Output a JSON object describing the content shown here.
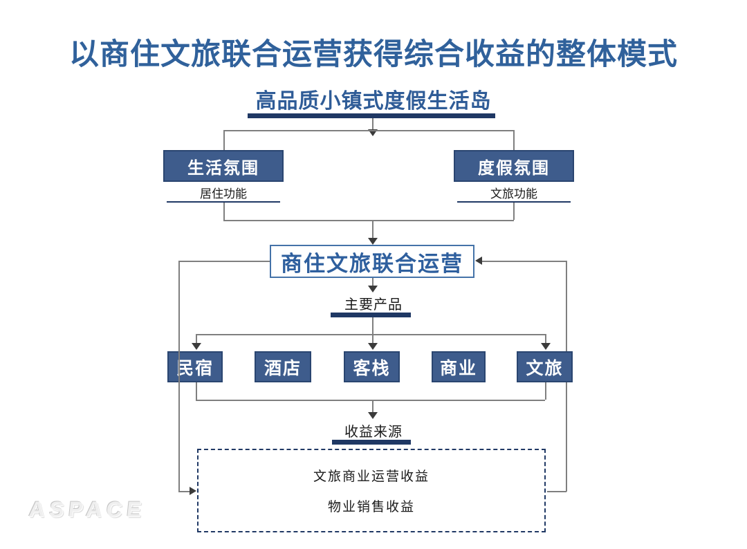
{
  "slide": {
    "title": "以商住文旅联合运营获得综合收益的整体模式",
    "subtitle": "高品质小镇式度假生活岛"
  },
  "atmosphere": {
    "left_box": "生活氛围",
    "left_label": "居住功能",
    "right_box": "度假氛围",
    "right_label": "文旅功能"
  },
  "operation": {
    "box": "商住文旅联合运营"
  },
  "products": {
    "label": "主要产品",
    "items": [
      "民宿",
      "酒店",
      "客栈",
      "商业",
      "文旅"
    ]
  },
  "revenue": {
    "label": "收益来源",
    "items": [
      "文旅商业运营收益",
      "物业销售收益"
    ]
  },
  "watermark": "ASPACE",
  "colors": {
    "title_blue": "#30619B",
    "subtitle_blue": "#2F5C97",
    "navy_dark": "#1F3864",
    "box_fill": "#3E5C8C",
    "box_border": "#2A4570",
    "operation_border": "#4472A8",
    "operation_text": "#2E5F9E",
    "line_gray": "#7F7F7F",
    "arrow_dark": "#3B3B3B"
  }
}
